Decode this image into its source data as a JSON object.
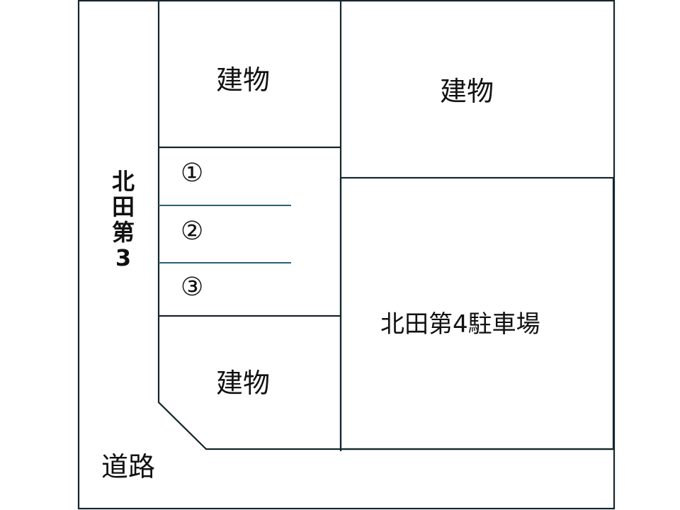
{
  "map": {
    "buildings": [
      {
        "label": "建物"
      },
      {
        "label": "建物"
      },
      {
        "label": "建物"
      }
    ],
    "slots": [
      {
        "label": "①"
      },
      {
        "label": "②"
      },
      {
        "label": "③"
      }
    ],
    "road_label": "道路",
    "left_lot_label": [
      "北",
      "田",
      "第",
      "3"
    ],
    "parking_label": "北田第4駐車場",
    "colors": {
      "line": "#14262e",
      "slot_divider": "#2f5f72",
      "background": "#ffffff"
    }
  }
}
